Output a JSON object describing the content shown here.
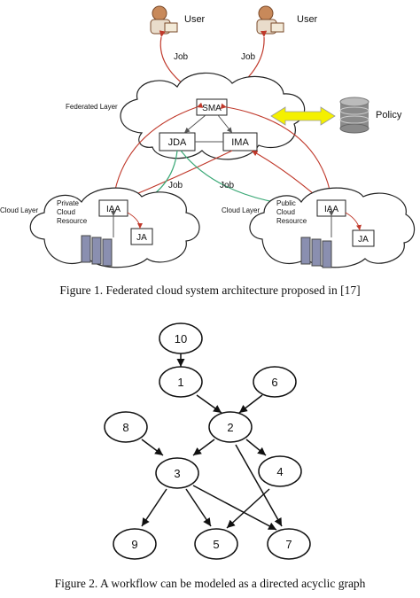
{
  "figure1": {
    "user_left": "User",
    "user_right": "User",
    "job_left": "Job",
    "job_right": "Job",
    "federated_layer": "Federated Layer",
    "sma": "SMA",
    "jda": "JDA",
    "ima": "IMA",
    "policy": "Policy",
    "job_mid_left": "Job",
    "job_mid_right": "Job",
    "cloud_layer_left": "Cloud Layer",
    "private_cloud_l1": "Private",
    "private_cloud_l2": "Cloud",
    "private_cloud_l3": "Resource",
    "iaa_left": "IAA",
    "ja_left": "JA",
    "cloud_layer_right": "Cloud Layer",
    "public_cloud_l1": "Public",
    "public_cloud_l2": "Cloud",
    "public_cloud_l3": "Resource",
    "iaa_right": "IAA",
    "ja_right": "JA",
    "caption": "Figure 1.  Federated cloud system architecture proposed in [17]",
    "colors": {
      "red_arrow": "#c0392b",
      "green_arrow": "#3aa876",
      "policy_arrow": "#f4f000",
      "server": "#8a8fb0"
    }
  },
  "figure2": {
    "nodes": [
      "10",
      "1",
      "6",
      "8",
      "2",
      "3",
      "4",
      "9",
      "5",
      "7"
    ],
    "edges": [
      [
        "10",
        "1"
      ],
      [
        "1",
        "2"
      ],
      [
        "6",
        "2"
      ],
      [
        "8",
        "3"
      ],
      [
        "2",
        "3"
      ],
      [
        "2",
        "4"
      ],
      [
        "2",
        "7"
      ],
      [
        "3",
        "9"
      ],
      [
        "3",
        "5"
      ],
      [
        "3",
        "7"
      ],
      [
        "4",
        "5"
      ]
    ],
    "caption": "Figure 2.  A workflow can be modeled as a directed acyclic graph"
  }
}
